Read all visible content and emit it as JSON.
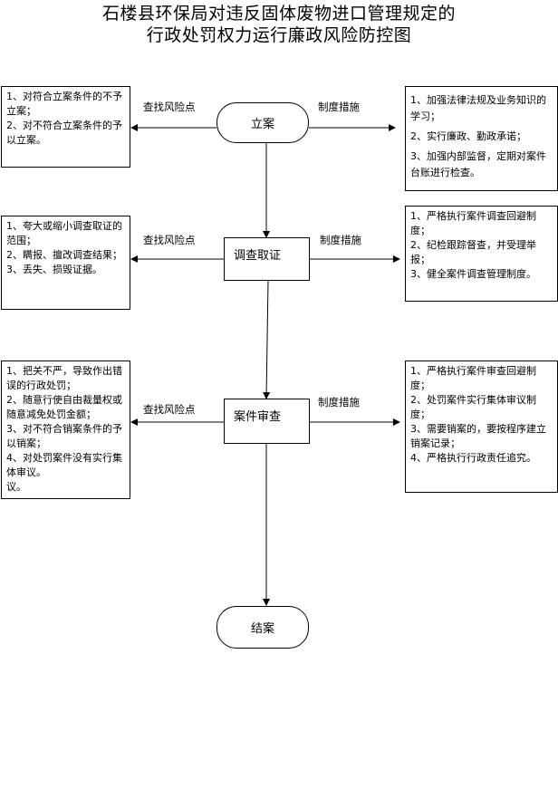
{
  "title": {
    "line1": "石楼县环保局对违反固体废物进口管理规定的",
    "line2": "行政处罚权力运行廉政风险防控图"
  },
  "stages": [
    {
      "name": "立案",
      "risk_label": "查找风险点",
      "measure_label": "制度措施",
      "risks": [
        "1、对符合立案条件的不予立案；",
        "2、对不符合立案条件的予以立案。"
      ],
      "measures": [
        "1、加强法律法规及业务知识的学习；",
        "2、实行廉政、勤政承诺；",
        "3、加强内部监督，定期对案件台账进行检查。"
      ]
    },
    {
      "name": "调查取证",
      "risk_label": "查找风险点",
      "measure_label": "制度措施",
      "risks": [
        "1、夸大或缩小调查取证的范围；",
        "2、瞒报、擅改调查结果；",
        "3、丢失、损毁证据。"
      ],
      "measures": [
        "1、严格执行案件调查回避制度；",
        "2、纪检跟踪督查，并受理举报；",
        "3、健全案件调查管理制度。"
      ]
    },
    {
      "name": "案件审查",
      "risk_label": "查找风险点",
      "measure_label": "制度措施",
      "risks": [
        "1、把关不严，导致作出错误的行政处罚；",
        "2、随意行使自由裁量权或随意减免处罚金额；",
        "3、对不符合销案条件的予以销案；",
        "4、对处罚案件没有实行集体审议。",
        "议。"
      ],
      "measures": [
        "1、严格执行案件审查回避制度；",
        "2、处罚案件实行集体审议制度；",
        "3、需要销案的，要按程序建立销案记录；",
        "4、严格执行行政责任追究。"
      ]
    }
  ],
  "end_node": "结案"
}
